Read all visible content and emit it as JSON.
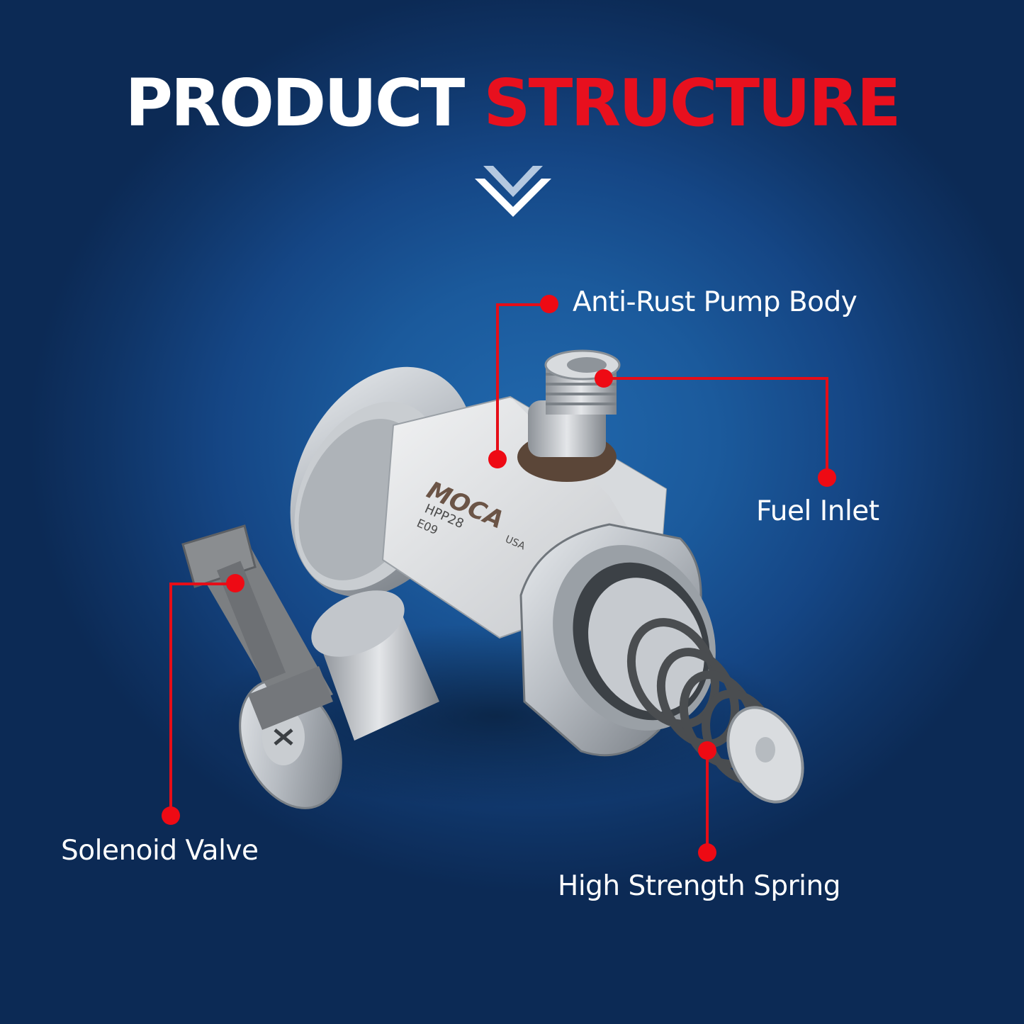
{
  "header": {
    "title_part1": "PRODUCT",
    "title_part2": "STRUCTURE",
    "title_color_primary": "#ffffff",
    "title_color_accent": "#e8101e",
    "scroll_indicator_icon": "double-chevron-down-icon"
  },
  "product": {
    "brand_mark": "MOCA",
    "brand_suffix": "USA",
    "model": "HPP28",
    "code": "E09"
  },
  "callouts": [
    {
      "id": "pump-body",
      "label": "Anti-Rust Pump Body"
    },
    {
      "id": "fuel-inlet",
      "label": "Fuel Inlet"
    },
    {
      "id": "solenoid",
      "label": "Solenoid Valve"
    },
    {
      "id": "spring",
      "label": "High Strength Spring"
    }
  ],
  "colors": {
    "background_center": "#2168ad",
    "background_edge": "#0c2a55",
    "callout_red": "#ee0a14",
    "label_text": "#ffffff"
  }
}
